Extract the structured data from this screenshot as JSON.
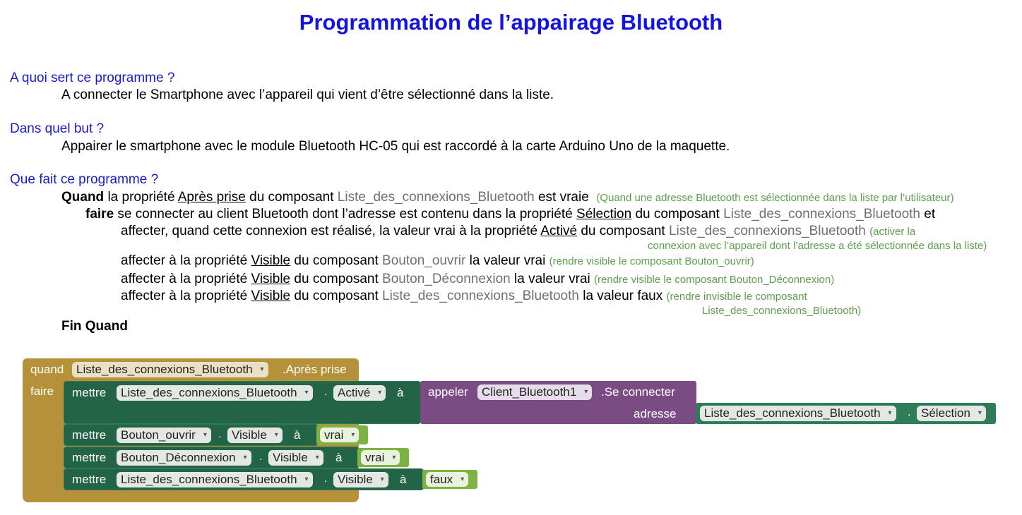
{
  "title": "Programmation de l’appairage Bluetooth",
  "sections": [
    {
      "question": "A quoi sert ce programme ?",
      "answer": "A connecter le Smartphone avec l’appareil qui vient d’être sélectionné dans la liste."
    },
    {
      "question": "Dans quel but ?",
      "answer": "Appairer le smartphone avec le module Bluetooth HC-05 qui est raccordé à la carte Arduino Uno de la maquette."
    },
    {
      "question": "Que fait ce programme ?"
    }
  ],
  "algo": {
    "quand": "Quand",
    "l1_a": "la propriété",
    "apres_prise": "Après prise",
    "du_composant": "du composant",
    "liste": "Liste_des_connexions_Bluetooth",
    "est_vraie": "est vraie",
    "c1": "(Quand une adresse Bluetooth est sélectionnée dans la liste par l’utilisateur)",
    "faire": "faire",
    "l2_a": "se connecter au client Bluetooth dont l’adresse est contenu dans la propriété",
    "selection": "Sélection",
    "et": "et",
    "l3_a": "affecter, quand cette connexion est réalisé, la valeur vrai à la propriété",
    "active": "Activé",
    "c3a": "(activer la",
    "c3b": "connexion avec l’appareil dont l’adresse a été sélectionnée dans la liste)",
    "affecter": "affecter à la propriété",
    "visible": "Visible",
    "bouton_ouvrir": "Bouton_ouvrir",
    "bouton_deconnexion": "Bouton_Déconnexion",
    "valeur_vrai": "la valeur vrai",
    "valeur_faux": "la valeur faux",
    "c4": "(rendre visible le composant Bouton_ouvrir)",
    "c5": "(rendre visible le composant Bouton_Déconnexion)",
    "c6a": "(rendre invisible le composant",
    "c6b": "Liste_des_connexions_Bluetooth)",
    "fin": "Fin Quand"
  },
  "blocks": {
    "quand": "quand",
    "faire": "faire",
    "event_component": "Liste_des_connexions_Bluetooth",
    "event_name": ".Après prise",
    "mettre": "mettre",
    "dot": ".",
    "a": "à",
    "appeler": "appeler",
    "client": "Client_Bluetooth1",
    "method": ".Se connecter",
    "adresse": "adresse",
    "liste": "Liste_des_connexions_Bluetooth",
    "selection": "Sélection",
    "active": "Activé",
    "visible": "Visible",
    "bouton_ouvrir": "Bouton_ouvrir",
    "bouton_deconnexion": "Bouton_Déconnexion",
    "vrai": "vrai",
    "faux": "faux",
    "arrow": "▾"
  },
  "colors": {
    "title": "#1414e0",
    "question": "#1a1ad0",
    "comment": "#5ca04a",
    "component_text": "#707070",
    "event_block": "#b5923a",
    "setter_block": "#236346",
    "call_block": "#7a4c83",
    "logic_block": "#7cb342"
  }
}
